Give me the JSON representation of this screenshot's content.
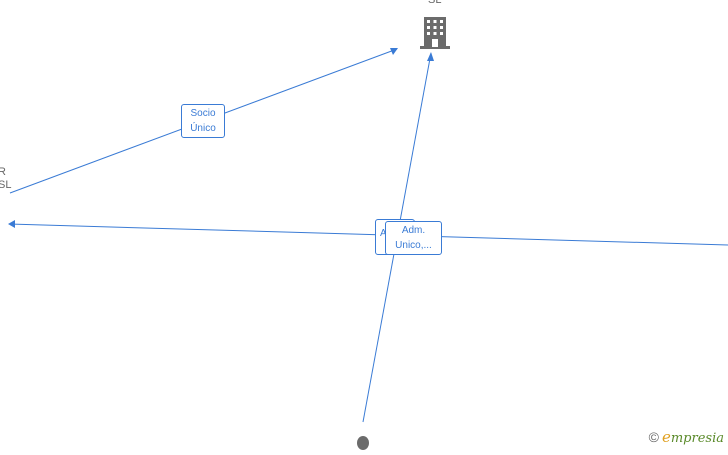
{
  "nodes": {
    "company_top_label": "SL",
    "left_node_line1": "R",
    "left_node_line2": "SL"
  },
  "edge_labels": {
    "socio_unico": [
      "Socio",
      "Único"
    ],
    "adm_back": "A",
    "adm_front": [
      "Adm.",
      "Unico,..."
    ]
  },
  "watermark": {
    "copyright": "©",
    "brand_first": "e",
    "brand_rest": "mpresia"
  },
  "colors": {
    "edge": "#3a7bd5",
    "node_icon": "#6b6b6b",
    "brand_e": "#e0a020",
    "brand_text": "#5a8a2a"
  }
}
